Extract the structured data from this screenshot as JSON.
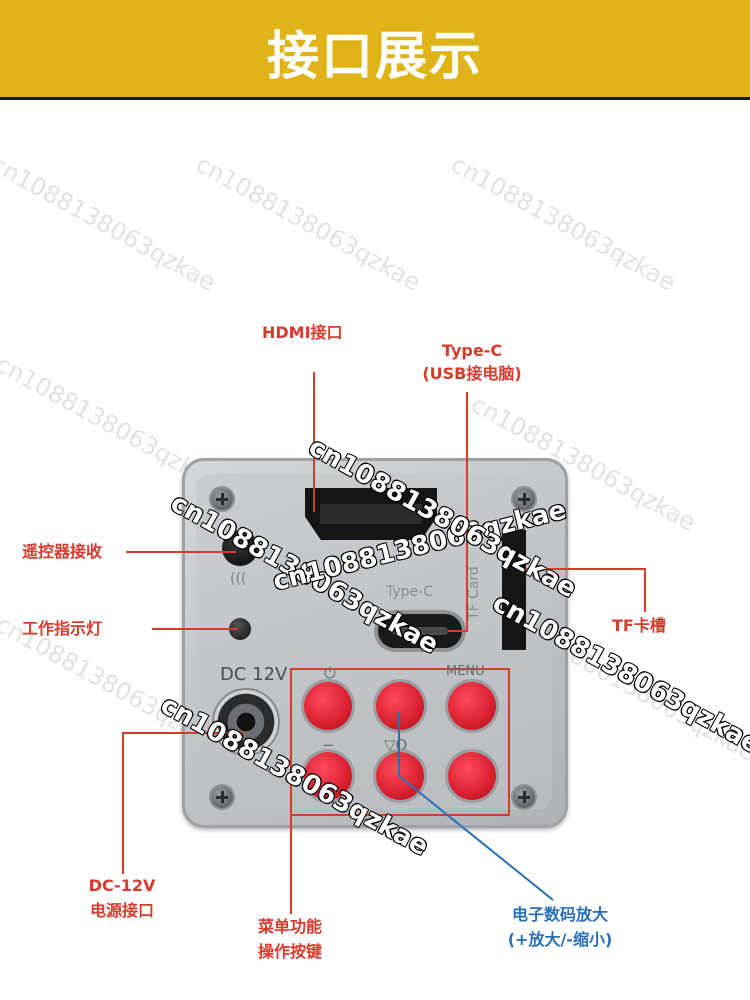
{
  "banner": {
    "title": "接口展示"
  },
  "watermark": {
    "text": "cn1088138063qzkae"
  },
  "callouts": {
    "hdmi": "HDMI接口",
    "typec_1": "Type-C",
    "typec_2": "(USB接电脑)",
    "remote": "遥控器接收",
    "led": "工作指示灯",
    "tf": "TF卡槽",
    "dc_1": "DC-12V",
    "dc_2": "电源接口",
    "menu_1": "菜单功能",
    "menu_2": "操作按键",
    "zoom_1": "电子数码放大",
    "zoom_2": "(+放大/-缩小)"
  },
  "device": {
    "typec_print": "Type-C",
    "tf_print": "TF Card",
    "dc_print": "DC 12V",
    "menu_print": "MENU",
    "power_glyph": "⏻",
    "minus_glyph": "−",
    "zoom_glyph": "▽Q"
  },
  "colors": {
    "banner": "#e0b318",
    "callout": "#d83a2c",
    "zoom_callout": "#2a6fb6",
    "button": "#d01a2a"
  }
}
